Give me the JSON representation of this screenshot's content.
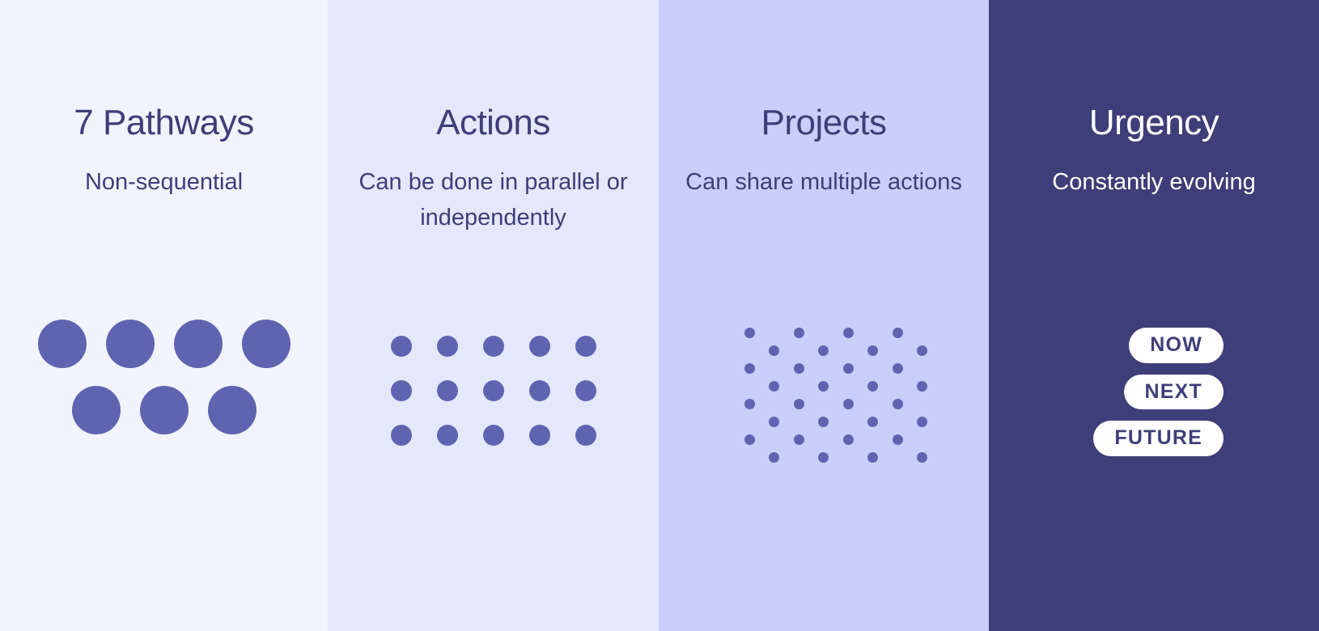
{
  "theme": {
    "accent_dot": "#6064b0",
    "text_dark": "#3e3e78",
    "text_light": "#ffffff",
    "panel_colors": [
      "#f1f4fd",
      "#e3e8fb",
      "#c9cffa",
      "#3e3e78"
    ]
  },
  "panels": [
    {
      "title": "7 Pathways",
      "subtitle": "Non-sequential",
      "visual": "large-circles",
      "rows": [
        4,
        3
      ]
    },
    {
      "title": "Actions",
      "subtitle": "Can be done in parallel or independently",
      "visual": "uniform-dot-grid",
      "columns": 5,
      "rows": 3
    },
    {
      "title": "Projects",
      "subtitle": "Can share multiple actions",
      "visual": "staggered-dot-grid",
      "rows": [
        4,
        4,
        4,
        4,
        4,
        4,
        4,
        4
      ]
    },
    {
      "title": "Urgency",
      "subtitle": "Constantly evolving",
      "visual": "urgency-badges",
      "badges": [
        "NOW",
        "NEXT",
        "FUTURE"
      ]
    }
  ]
}
